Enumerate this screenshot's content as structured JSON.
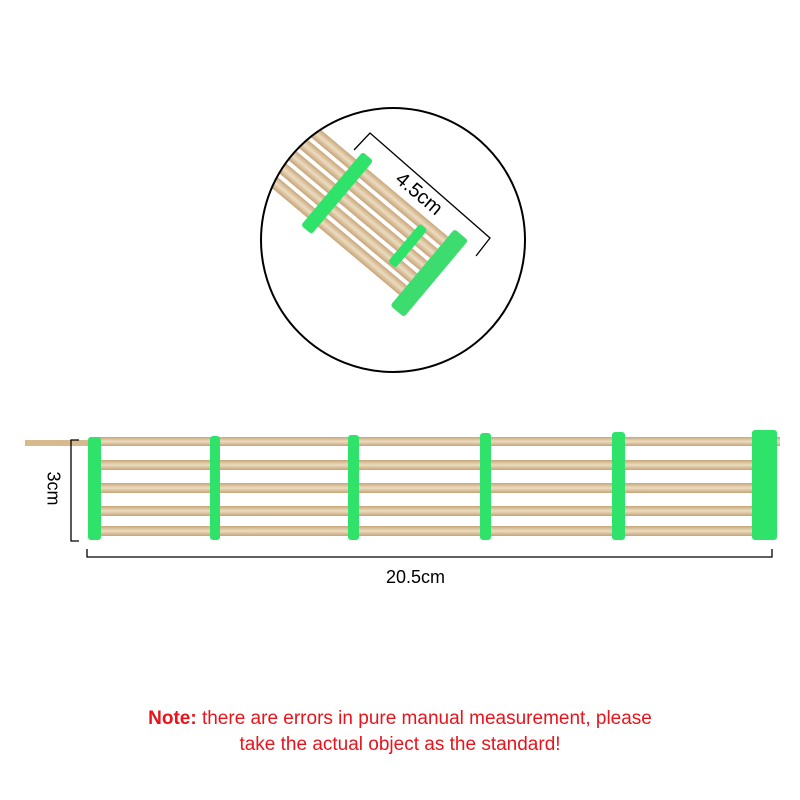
{
  "labels": {
    "depth": "4.5cm",
    "height": "3cm",
    "length": "20.5cm"
  },
  "note": {
    "prefix": "Note:",
    "line1": " there are errors in pure manual measurement, please",
    "line2": "take the actual object as the standard!"
  },
  "colors": {
    "wood": "#dcc29a",
    "bracket": "#2fe36a",
    "note": "#e8131b"
  }
}
